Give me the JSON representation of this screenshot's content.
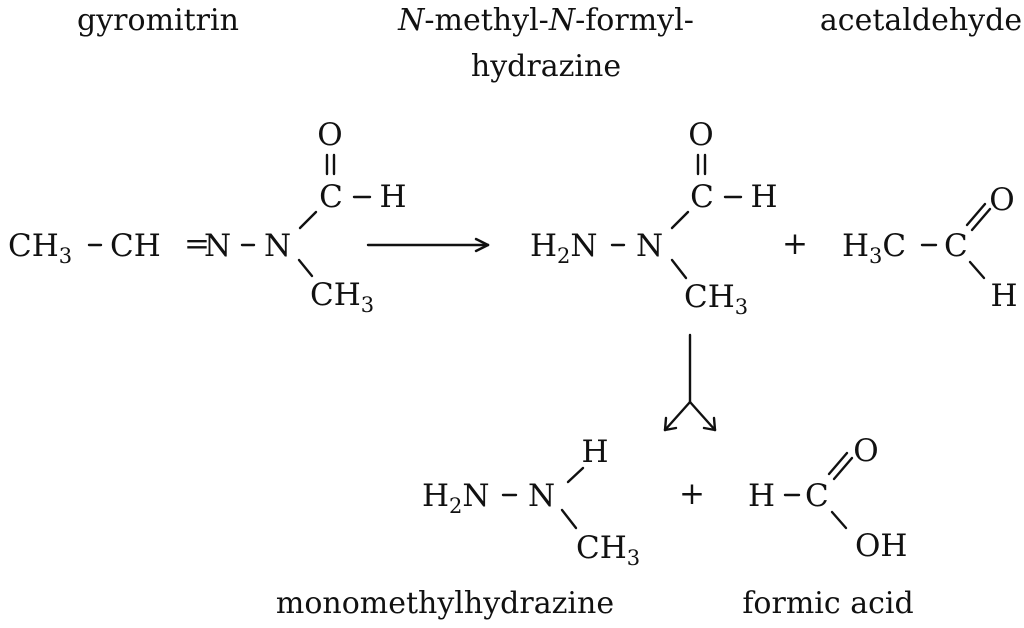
{
  "labels": {
    "gyromitrin": "gyromitrin",
    "intermediate_line1_n1": "N",
    "intermediate_line1_mid": "-methyl-",
    "intermediate_line1_n2": "N",
    "intermediate_line1_end": "-formyl-",
    "intermediate_line2": "hydrazine",
    "acetaldehyde": "acetaldehyde",
    "monomethylhydrazine": "monomethylhydrazine",
    "formic_acid": "formic acid"
  },
  "atoms": {
    "C": "C",
    "H": "H",
    "O": "O",
    "N": "N",
    "CH": "CH",
    "OH": "OH",
    "sub3": "3",
    "sub2": "2"
  },
  "operators": {
    "plus": "+",
    "double_bond": "="
  },
  "colors": {
    "ink": "#111111",
    "background": "#ffffff"
  }
}
